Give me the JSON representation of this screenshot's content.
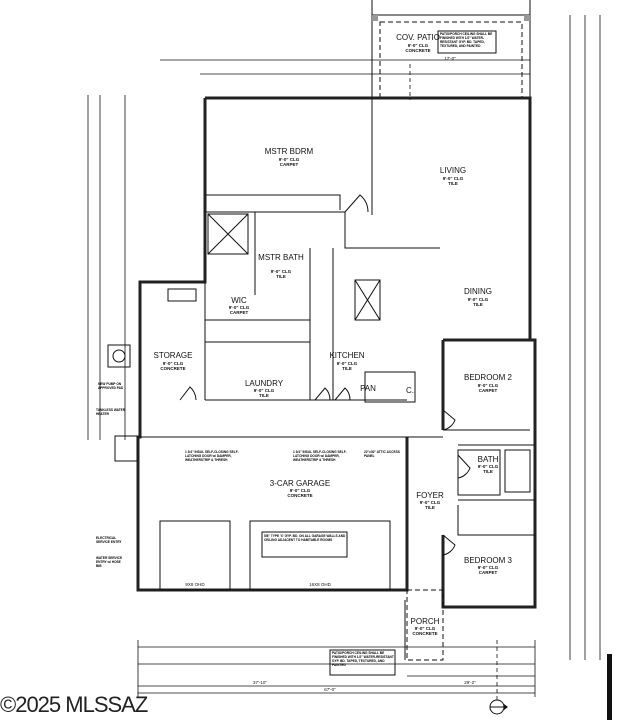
{
  "plan": {
    "rooms": [
      {
        "id": "cov-patio",
        "name": "COV. PATIO",
        "ceiling": "9'-0\" CLG",
        "floor": "CONCRETE"
      },
      {
        "id": "mstr-bdrm",
        "name": "MSTR BDRM",
        "ceiling": "9'-0\" CLG",
        "floor": "CARPET"
      },
      {
        "id": "living",
        "name": "LIVING",
        "ceiling": "9'-0\" CLG",
        "floor": "TILE"
      },
      {
        "id": "mstr-bath",
        "name": "MSTR BATH",
        "ceiling": "9'-0\" CLG",
        "floor": "TILE"
      },
      {
        "id": "wic",
        "name": "WIC",
        "ceiling": "9'-0\" CLG",
        "floor": "CARPET"
      },
      {
        "id": "dining",
        "name": "DINING",
        "ceiling": "9'-0\" CLG",
        "floor": "TILE"
      },
      {
        "id": "storage",
        "name": "STORAGE",
        "ceiling": "9'-0\" CLG",
        "floor": "CONCRETE"
      },
      {
        "id": "laundry",
        "name": "LAUNDRY",
        "ceiling": "9'-0\" CLG",
        "floor": "TILE"
      },
      {
        "id": "kitchen",
        "name": "KITCHEN",
        "ceiling": "9'-0\" CLG",
        "floor": "TILE"
      },
      {
        "id": "pan",
        "name": "PAN",
        "ceiling": "",
        "floor": ""
      },
      {
        "id": "bedroom-2",
        "name": "BEDROOM 2",
        "ceiling": "9'-0\" CLG",
        "floor": "CARPET"
      },
      {
        "id": "bath",
        "name": "BATH",
        "ceiling": "9'-0\" CLG",
        "floor": "TILE"
      },
      {
        "id": "garage",
        "name": "3-CAR GARAGE",
        "ceiling": "9'-0\" CLG",
        "floor": "CONCRETE"
      },
      {
        "id": "foyer",
        "name": "FOYER",
        "ceiling": "9'-0\" CLG",
        "floor": "TILE"
      },
      {
        "id": "bedroom-3",
        "name": "BEDROOM 3",
        "ceiling": "9'-0\" CLG",
        "floor": "CARPET"
      },
      {
        "id": "porch",
        "name": "PORCH",
        "ceiling": "9'-0\" CLG",
        "floor": "CONCRETE"
      }
    ],
    "closet_label": "C.",
    "notes": {
      "garage_door_1": "1 3/4\" INSUL SELF-CLOSING SELF-LATCHING DOOR w/ DAMPER, WEATHERSTRIP & THRESH",
      "garage_door_2": "1 3/4\" INSUL SELF-CLOSING SELF-LATCHING DOOR w/ DAMPER, WEATHERSTRIP & THRESH",
      "attic": "22\"x30\" ATTIC ACCESS PANEL",
      "electrical": "ELECTRICAL SERVICE ENTRY",
      "water": "WATER SERVICE ENTRY w/ HOSE BIB",
      "heat_pump": "NEW PUMP ON APPROVED PAD",
      "water_heater": "TANKLESS WATER HEATER",
      "patio_note": "PATIO/PORCH CEILING SHALL BE FINISHED WITH 1/2\" WATER-RESISTANT GYP. BD. TAPED, TEXTURED, AND PAINTED",
      "porch_note": "PATIO/PORCH CEILING SHALL BE FINISHED WITH 1/2\" WATER-RESISTANT GYP. BD. TAPED, TEXTURED, AND PAINTED",
      "garage_fire": "5/8\" TYPE 'X' GYP. BD. ON ALL GARAGE WALLS AND CEILING ADJACENT TO HABITABLE ROOMS",
      "garage_door_a": "9X8 OHD",
      "garage_door_b": "16X8 OHD"
    },
    "dimensions": {
      "overall_width": "67'-0\"",
      "left_run": "37'-10\"",
      "right_run": "29'-2\"",
      "patio_width": "17'-0\""
    }
  },
  "watermark": "©2025 MLSSAZ"
}
